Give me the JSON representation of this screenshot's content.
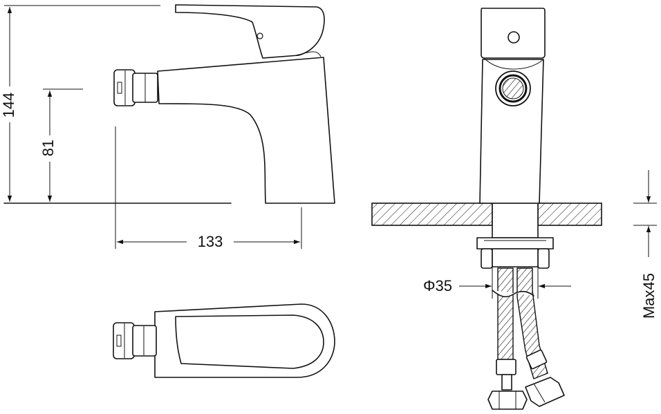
{
  "dimensions": {
    "total_height": "144",
    "spout_height": "81",
    "spout_reach": "133",
    "connection_diameter": "Φ35",
    "max_deck_thickness": "Max45"
  },
  "colors": {
    "line": "#111111",
    "background": "#ffffff"
  }
}
